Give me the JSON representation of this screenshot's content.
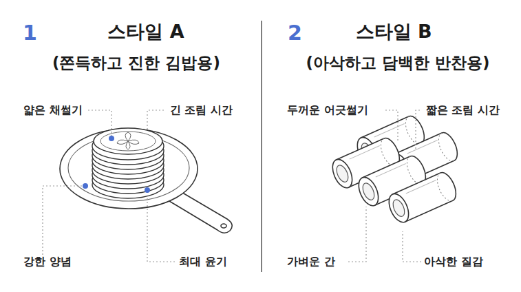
{
  "diagram": {
    "labels": [
      "1",
      "스타일 A",
      "(쫀득하고 진한 김밥용)",
      "2",
      "스타일 B",
      "(아삭하고 담백한 반찬용)",
      "얇은 채썰기",
      "긴 조림 시간",
      "강한 양념",
      "최대 윤기",
      "두꺼운 어긋썰기",
      "짧은 조림 시간",
      "가벼운 간",
      "아삭한 질감"
    ]
  }
}
